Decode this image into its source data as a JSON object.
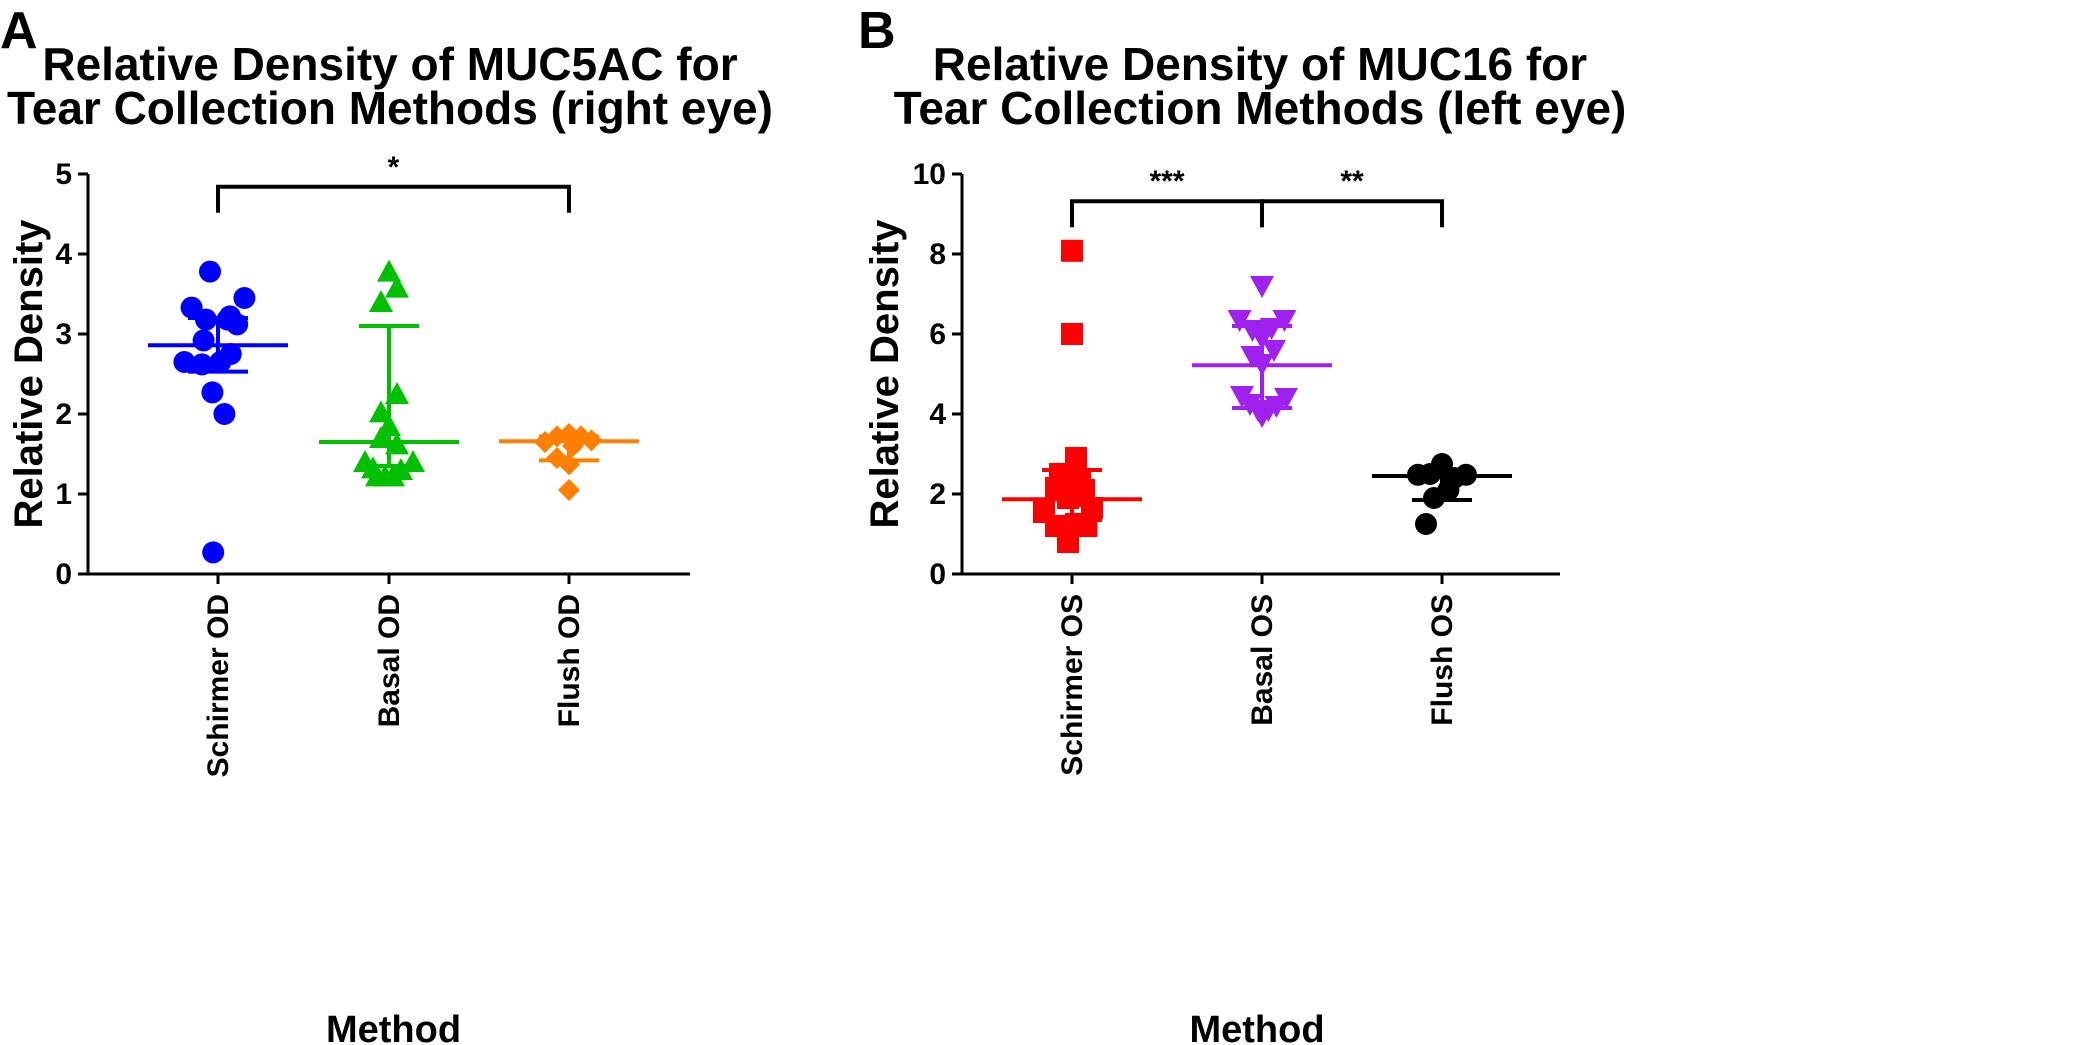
{
  "chart_data": [
    {
      "type": "scatter",
      "panel": "A",
      "title": [
        "Relative  Density of MUC5AC for",
        "Tear Collection Methods (right eye)"
      ],
      "xlabel": "Method",
      "ylabel": "Relative  Density",
      "ylim": [
        0,
        5
      ],
      "yticks": [
        "0",
        "1",
        "2",
        "3",
        "4",
        "5"
      ],
      "categories": [
        "Schirmer OD",
        "Basal OD",
        "Flush OD"
      ],
      "series": [
        {
          "category": "Schirmer OD",
          "marker": "circle",
          "color": "#0000ff",
          "points": [
            [
              -0.1,
              3.78
            ],
            [
              0.33,
              3.45
            ],
            [
              -0.33,
              3.33
            ],
            [
              0.15,
              3.22
            ],
            [
              -0.15,
              3.18
            ],
            [
              0.12,
              3.18
            ],
            [
              0.24,
              3.12
            ],
            [
              -0.18,
              2.92
            ],
            [
              0.16,
              2.75
            ],
            [
              -0.42,
              2.65
            ],
            [
              -0.2,
              2.62
            ],
            [
              0.03,
              2.65
            ],
            [
              -0.07,
              2.27
            ],
            [
              0.08,
              2.0
            ],
            [
              -0.06,
              0.27
            ]
          ],
          "median": 2.86,
          "q1": 2.53,
          "q3": 3.2
        },
        {
          "category": "Basal OD",
          "marker": "triangle-up",
          "color": "#00c000",
          "points": [
            [
              0.0,
              3.78
            ],
            [
              0.1,
              3.58
            ],
            [
              -0.1,
              3.4
            ],
            [
              0.1,
              2.25
            ],
            [
              -0.1,
              2.02
            ],
            [
              0.0,
              1.85
            ],
            [
              -0.1,
              1.7
            ],
            [
              0.1,
              1.62
            ],
            [
              -0.3,
              1.4
            ],
            [
              0.3,
              1.4
            ],
            [
              -0.2,
              1.32
            ],
            [
              -0.05,
              1.22
            ],
            [
              0.05,
              1.22
            ],
            [
              -0.15,
              1.22
            ],
            [
              0.15,
              1.3
            ]
          ],
          "median": 1.65,
          "q1": 1.35,
          "q3": 3.1
        },
        {
          "category": "Flush OD",
          "marker": "diamond",
          "color": "#ff8000",
          "points": [
            [
              -0.3,
              1.65
            ],
            [
              -0.15,
              1.72
            ],
            [
              0.0,
              1.75
            ],
            [
              0.15,
              1.72
            ],
            [
              0.28,
              1.67
            ],
            [
              0.05,
              1.6
            ],
            [
              -0.15,
              1.45
            ],
            [
              0.0,
              1.37
            ],
            [
              0.0,
              1.05
            ]
          ],
          "median": 1.66,
          "q1": 1.42,
          "q3": 1.72
        }
      ],
      "significance": [
        {
          "from": "Schirmer OD",
          "to": "Flush OD",
          "label": "*",
          "y": 4.84
        }
      ]
    },
    {
      "type": "scatter",
      "panel": "B",
      "title": [
        "Relative  Density of MUC16 for",
        "Tear Collection Methods (left eye)"
      ],
      "xlabel": "Method",
      "ylabel": "Relative  Density",
      "ylim": [
        0,
        10
      ],
      "yticks": [
        "0",
        "2",
        "4",
        "6",
        "8",
        "10"
      ],
      "categories": [
        "Schirmer OS",
        "Basal OS",
        "Flush OS"
      ],
      "series": [
        {
          "category": "Schirmer OS",
          "marker": "square",
          "color": "#ff0000",
          "points": [
            [
              0.0,
              8.08
            ],
            [
              0.0,
              6.0
            ],
            [
              0.05,
              2.9
            ],
            [
              -0.15,
              2.5
            ],
            [
              0.1,
              2.3
            ],
            [
              -0.2,
              2.15
            ],
            [
              0.15,
              2.1
            ],
            [
              0.05,
              1.95
            ],
            [
              -0.05,
              1.9
            ],
            [
              -0.35,
              1.55
            ],
            [
              0.25,
              1.65
            ],
            [
              -0.2,
              1.2
            ],
            [
              0.05,
              1.25
            ],
            [
              0.18,
              1.2
            ],
            [
              -0.05,
              0.8
            ]
          ],
          "median": 1.87,
          "q1": 1.35,
          "q3": 2.6
        },
        {
          "category": "Basal OS",
          "marker": "triangle-down",
          "color": "#a020f0",
          "points": [
            [
              0.0,
              7.2
            ],
            [
              -0.28,
              6.35
            ],
            [
              0.28,
              6.35
            ],
            [
              0.12,
              6.15
            ],
            [
              -0.12,
              6.1
            ],
            [
              0.0,
              5.9
            ],
            [
              -0.12,
              5.45
            ],
            [
              0.15,
              5.6
            ],
            [
              0.0,
              5.25
            ],
            [
              -0.25,
              4.45
            ],
            [
              0.3,
              4.4
            ],
            [
              -0.15,
              4.25
            ],
            [
              0.18,
              4.2
            ],
            [
              -0.05,
              4.1
            ],
            [
              0.08,
              4.1
            ],
            [
              0.0,
              3.95
            ]
          ],
          "median": 5.22,
          "q1": 4.15,
          "q3": 6.2
        },
        {
          "category": "Flush OS",
          "marker": "circle",
          "color": "#000000",
          "points": [
            [
              -0.3,
              2.48
            ],
            [
              -0.15,
              2.5
            ],
            [
              0.0,
              2.75
            ],
            [
              0.15,
              2.4
            ],
            [
              0.3,
              2.48
            ],
            [
              0.08,
              2.1
            ],
            [
              -0.1,
              1.9
            ],
            [
              -0.2,
              1.25
            ]
          ],
          "median": 2.45,
          "q1": 1.85,
          "q3": 2.5
        }
      ],
      "significance": [
        {
          "from": "Schirmer OS",
          "to": "Basal OS",
          "label": "***",
          "y": 9.32
        },
        {
          "from": "Basal OS",
          "to": "Flush OS",
          "label": "**",
          "y": 9.32
        }
      ]
    }
  ]
}
